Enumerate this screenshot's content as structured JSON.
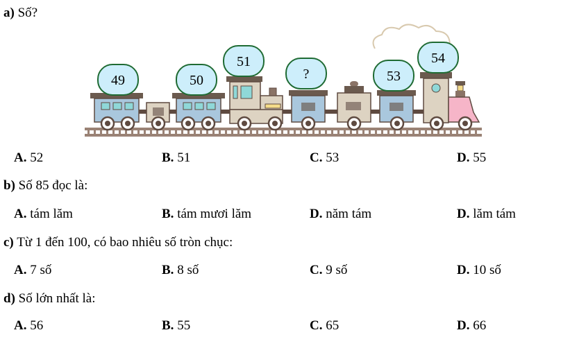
{
  "questions": [
    {
      "label": "a)",
      "text": "Số?",
      "options": [
        {
          "letter": "A.",
          "text": "52"
        },
        {
          "letter": "B.",
          "text": "51"
        },
        {
          "letter": "C.",
          "text": "53"
        },
        {
          "letter": "D.",
          "text": "55"
        }
      ]
    },
    {
      "label": "b)",
      "text": "Số 85 đọc là:",
      "options": [
        {
          "letter": "A.",
          "text": "tám lăm"
        },
        {
          "letter": "B.",
          "text": "tám mươi lăm"
        },
        {
          "letter": "D.",
          "text": "năm tám"
        },
        {
          "letter": "D.",
          "text": "lăm tám"
        }
      ]
    },
    {
      "label": "c)",
      "text": "Từ 1 đến 100, có bao nhiêu số tròn chục:",
      "options": [
        {
          "letter": "A.",
          "text": "7 số"
        },
        {
          "letter": "B.",
          "text": "8 số"
        },
        {
          "letter": "C.",
          "text": "9 số"
        },
        {
          "letter": "D.",
          "text": "10 số"
        }
      ]
    },
    {
      "label": "d)",
      "text": "Số lớn nhất là:",
      "options": [
        {
          "letter": "A.",
          "text": "56"
        },
        {
          "letter": "B.",
          "text": "55"
        },
        {
          "letter": "C.",
          "text": "65"
        },
        {
          "letter": "D.",
          "text": "66"
        }
      ]
    }
  ],
  "train": {
    "bubbles": [
      "49",
      "50",
      "51",
      "?",
      "53",
      "54"
    ]
  }
}
